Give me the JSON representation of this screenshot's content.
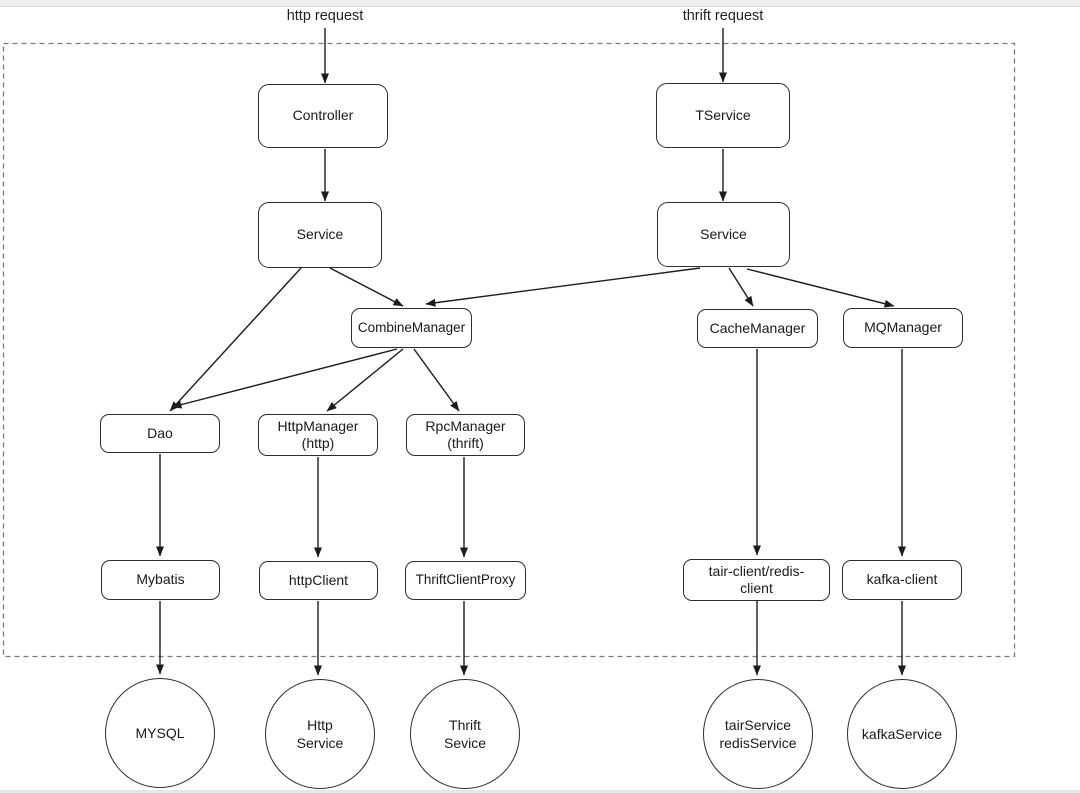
{
  "top_labels": {
    "http_request": "http request",
    "thrift_request": "thrift request"
  },
  "nodes": {
    "controller": "Controller",
    "tservice": "TService",
    "service_left": "Service",
    "service_right": "Service",
    "combine_manager": "CombineManager",
    "cache_manager": "CacheManager",
    "mq_manager": "MQManager",
    "dao": "Dao",
    "http_manager": {
      "line1": "HttpManager",
      "line2": "(http)"
    },
    "rpc_manager": {
      "line1": "RpcManager",
      "line2": "(thrift)"
    },
    "mybatis": "Mybatis",
    "http_client": "httpClient",
    "thrift_client_proxy": "ThriftClientProxy",
    "tair_client": {
      "line1": "tair-client/redis-",
      "line2": "client"
    },
    "kafka_client": "kafka-client"
  },
  "backend_services": {
    "mysql": "MYSQL",
    "http_service": {
      "line1": "Http",
      "line2": "Service"
    },
    "thrift_sevice": {
      "line1": "Thrift",
      "line2": "Sevice"
    },
    "tair_redis_service": {
      "line1": "tairService",
      "line2": "redisService"
    },
    "kafka_service": "kafkaService"
  },
  "colors": {
    "node_stroke": "#2e2e2e",
    "edge_stroke": "#1c1c1c",
    "dashed_border": "#7a7a7a",
    "background": "#ffffff",
    "top_strip": "#eeeeee"
  }
}
